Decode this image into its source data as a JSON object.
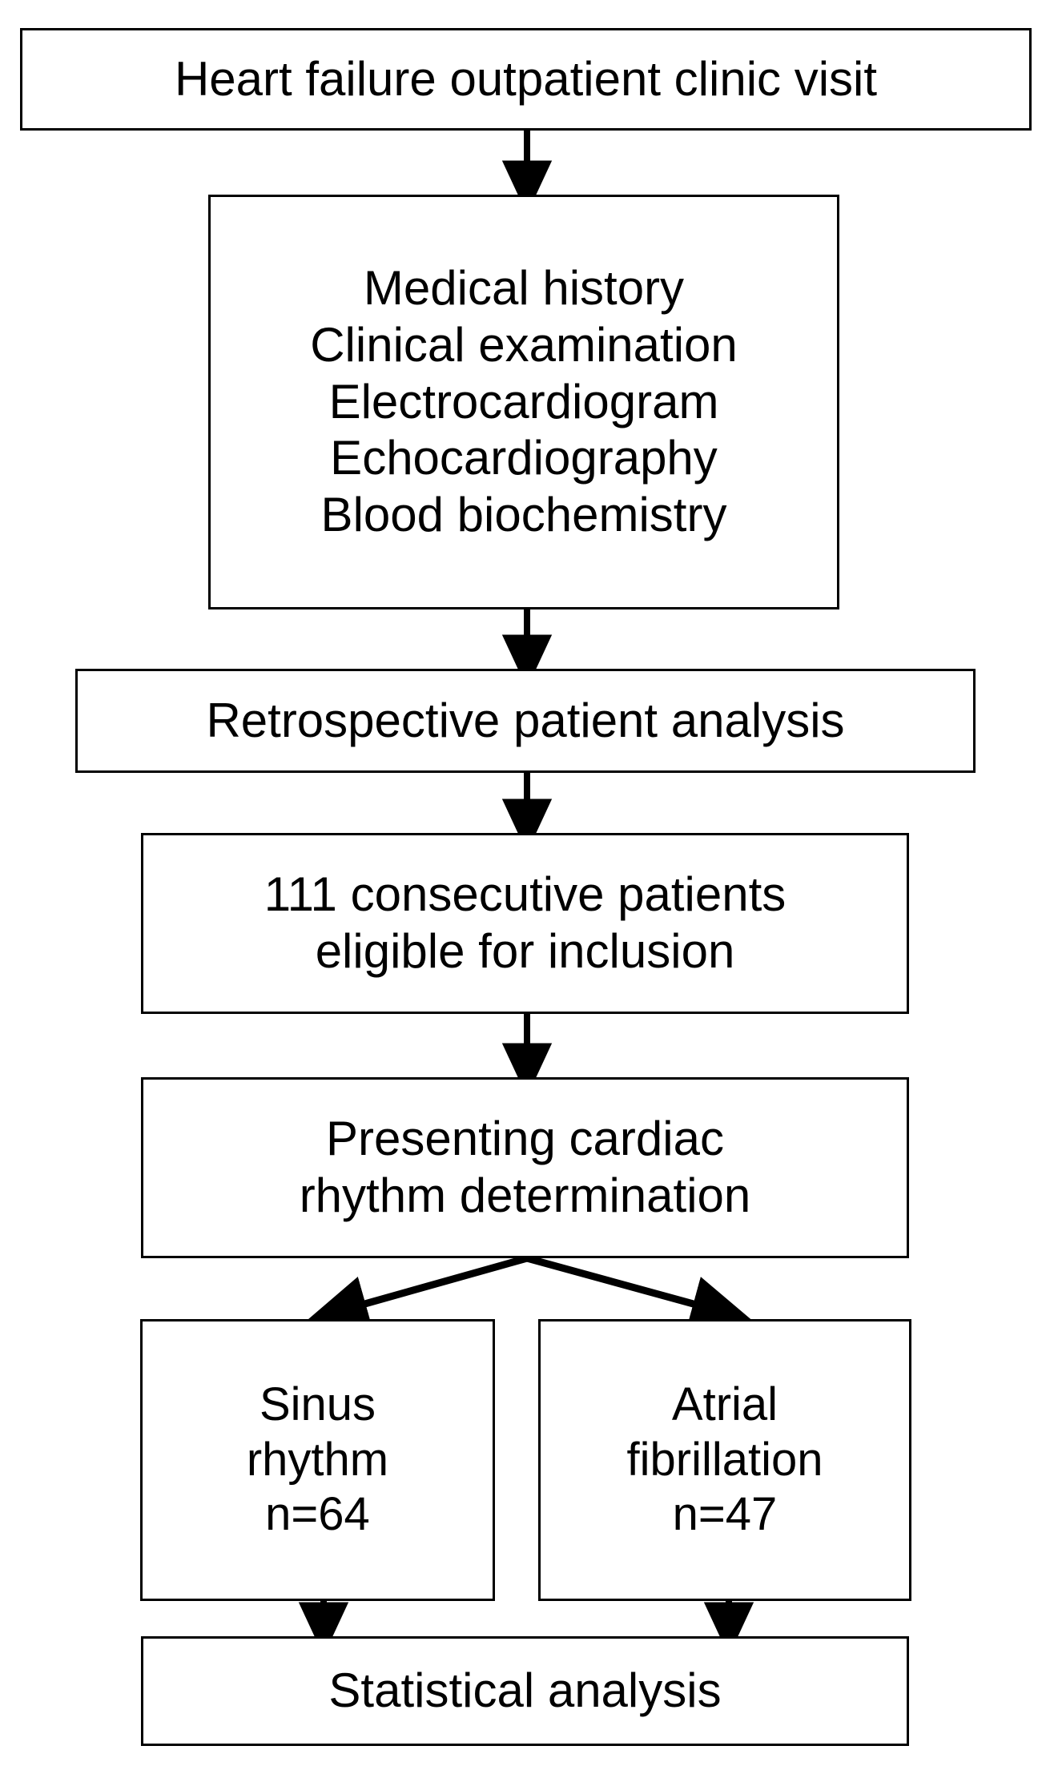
{
  "diagram": {
    "type": "flowchart",
    "orientation": "top-to-bottom",
    "title_text": "Heart failure outpatient clinic visit study flow",
    "colors": {
      "background": "#ffffff",
      "box_border": "#000000",
      "box_fill": "#ffffff",
      "text": "#000000",
      "arrow": "#000000"
    },
    "nodes": {
      "visit": {
        "id": "visit",
        "lines": [
          "Heart failure outpatient clinic visit"
        ]
      },
      "workup": {
        "id": "workup",
        "lines": [
          "Medical history",
          "Clinical examination",
          "Electrocardiogram",
          "Echocardiography",
          "Blood biochemistry"
        ]
      },
      "retrospective": {
        "id": "retrospective",
        "lines": [
          "Retrospective patient analysis"
        ]
      },
      "eligible": {
        "id": "eligible",
        "lines": [
          "111 consecutive patients",
          "eligible for inclusion"
        ],
        "count": 111
      },
      "rhythm": {
        "id": "rhythm",
        "lines": [
          "Presenting cardiac",
          "rhythm determination"
        ]
      },
      "sinus": {
        "id": "sinus",
        "lines": [
          "Sinus",
          "rhythm",
          "n=64"
        ],
        "count": 64
      },
      "atrial_fibrillation": {
        "id": "atrial_fibrillation",
        "lines": [
          "Atrial",
          "fibrillation",
          "n=47"
        ],
        "count": 47
      },
      "statistics": {
        "id": "statistics",
        "lines": [
          "Statistical analysis"
        ]
      }
    },
    "edges": [
      {
        "from": "visit",
        "to": "workup",
        "style": "straight-down",
        "arrowhead": "filled-triangle"
      },
      {
        "from": "workup",
        "to": "retrospective",
        "style": "straight-down",
        "arrowhead": "filled-triangle"
      },
      {
        "from": "retrospective",
        "to": "eligible",
        "style": "straight-down",
        "arrowhead": "filled-triangle"
      },
      {
        "from": "eligible",
        "to": "rhythm",
        "style": "straight-down",
        "arrowhead": "filled-triangle"
      },
      {
        "from": "rhythm",
        "to": "sinus",
        "style": "diagonal-left",
        "arrowhead": "filled-triangle"
      },
      {
        "from": "rhythm",
        "to": "atrial_fibrillation",
        "style": "diagonal-right",
        "arrowhead": "filled-triangle"
      },
      {
        "from": "sinus",
        "to": "statistics",
        "style": "straight-down",
        "arrowhead": "filled-triangle"
      },
      {
        "from": "atrial_fibrillation",
        "to": "statistics",
        "style": "straight-down",
        "arrowhead": "filled-triangle"
      }
    ]
  }
}
